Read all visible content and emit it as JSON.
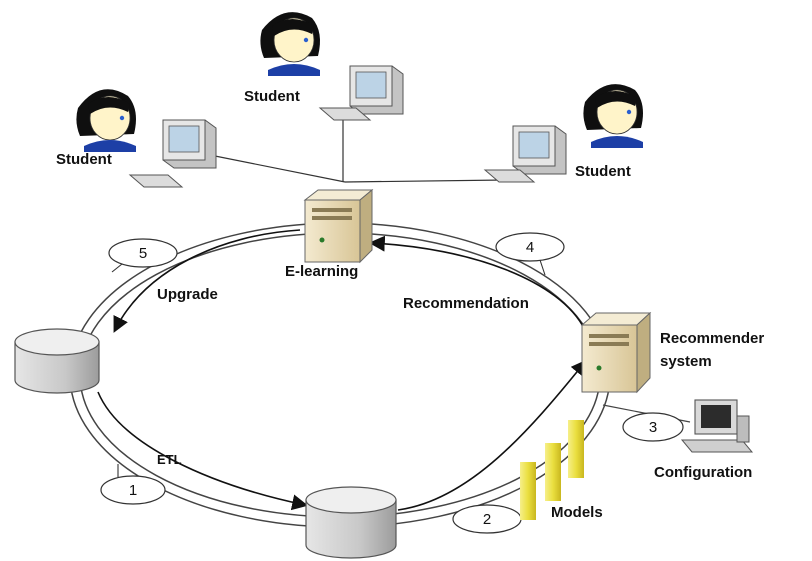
{
  "students": {
    "left_label": "Student",
    "top_label": "Student",
    "right_label": "Student"
  },
  "servers": {
    "elearning_label": "E-learning",
    "recommender_label_line1": "Recommender",
    "recommender_label_line2": "system"
  },
  "flows": {
    "upgrade_label": "Upgrade",
    "recommendation_label": "Recommendation",
    "etl_label": "ETL",
    "configuration_label": "Configuration",
    "models_label": "Models"
  },
  "steps": [
    "1",
    "2",
    "3",
    "4",
    "5"
  ],
  "colors": {
    "hair": "#0f0f0f",
    "skin": "#fff4c9",
    "shirt": "#1d3fa6",
    "server_body": "#eadcb7",
    "db_body": "#d6d6d6",
    "model_bar": "#f0e35a",
    "line": "#333333"
  }
}
